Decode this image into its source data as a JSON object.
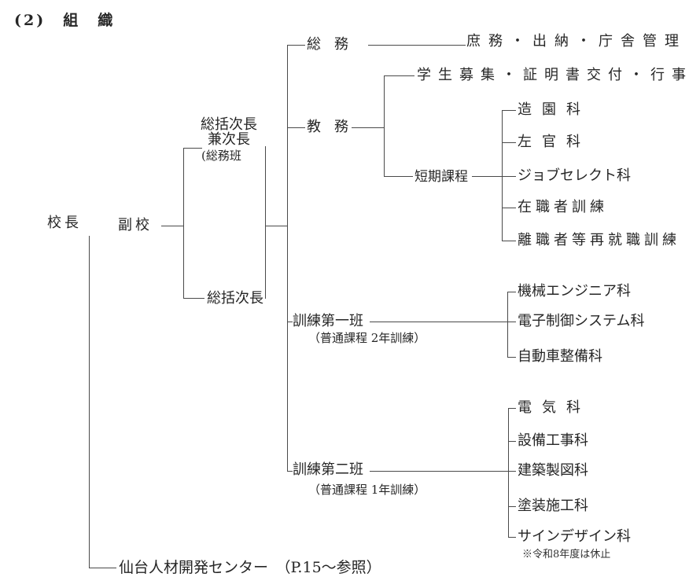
{
  "page": {
    "title": "(2)　組　織"
  },
  "org": {
    "principal": "校長",
    "vice_principal": "副校",
    "chief_deputy_top": {
      "line1": "総括次長",
      "line2": "兼次長",
      "line3": "(総務班"
    },
    "chief_deputy_bottom": "総括次長",
    "general_affairs": {
      "label": "総務",
      "duties": "庶務・出納・庁舎管理"
    },
    "academic_affairs": {
      "label": "教務",
      "duties": "学生募集・証明書交付・行事"
    },
    "short_term": {
      "label": "短期課程",
      "courses": [
        "造園科",
        "左官科",
        "ジョブセレクト科",
        "在職者訓練",
        "離職者等再就職訓練"
      ]
    },
    "training_group_1": {
      "label": "訓練第一班",
      "sub_label": "（普通課程 2年訓練）",
      "courses": [
        "機械エンジニア科",
        "電子制御システム科",
        "自動車整備科"
      ]
    },
    "training_group_2": {
      "label": "訓練第二班",
      "sub_label": "（普通課程 1年訓練）",
      "courses": [
        "電気科",
        "設備工事科",
        "建築製図科",
        "塗装施工科",
        "サインデザイン科"
      ],
      "note": "※令和8年度は休止"
    },
    "development_center": "仙台人材開発センター　（P.15～参照）"
  }
}
